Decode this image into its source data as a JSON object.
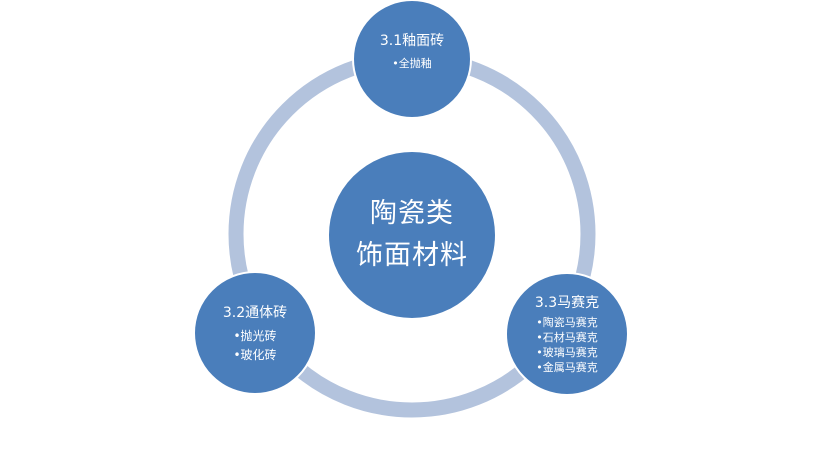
{
  "center": {
    "line1": "陶瓷类",
    "line2": "饰面材料"
  },
  "nodes": [
    {
      "title": "3.1釉面砖",
      "items": [
        "•全抛釉"
      ]
    },
    {
      "title": "3.2通体砖",
      "items": [
        "•抛光砖",
        "•玻化砖"
      ]
    },
    {
      "title": "3.3马赛克",
      "items": [
        "•陶瓷马赛克",
        "•石材马赛克",
        "•玻璃马赛克",
        "•金属马赛克"
      ]
    }
  ],
  "colors": {
    "ring": "#b3c3dd",
    "circle": "#4a7ebb",
    "border": "#ffffff"
  }
}
